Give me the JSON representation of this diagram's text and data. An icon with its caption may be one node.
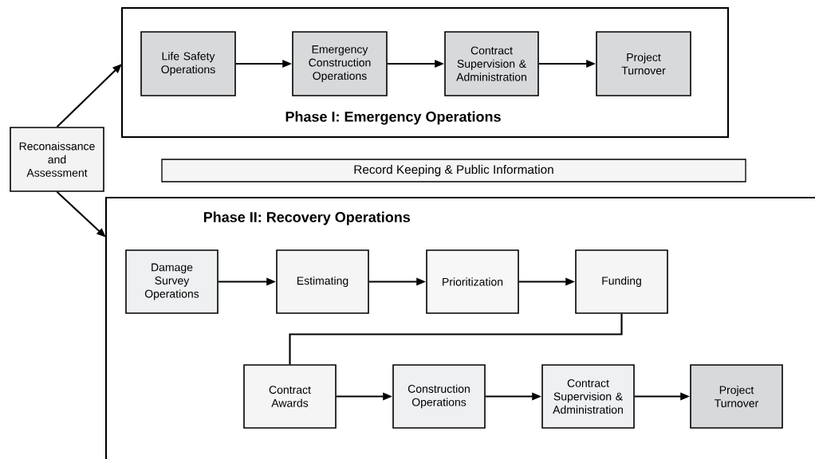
{
  "diagram": {
    "nodes": [
      {
        "text": [
          "Reconaissance and Assessment"
        ]
      },
      {
        "text": [
          "Phase I: Emergency Operations"
        ]
      },
      {
        "text": [
          "Life Safety Operations"
        ],
        "in": 1
      },
      {
        "text": [
          "Emergency Construction Operations"
        ],
        "in": 1
      },
      {
        "text": [
          "Contract Supervision & Administration"
        ],
        "in": 1
      },
      {
        "text": [
          "Project Turnover"
        ],
        "in": 1
      },
      {
        "text": [
          "Record Keeping & Public Information"
        ]
      },
      {
        "text": [
          "Phase II: Recovery Operations"
        ]
      },
      {
        "text": [
          "Damage Survey Operations"
        ],
        "in": 7
      },
      {
        "text": [
          "Estimating"
        ],
        "in": 7
      },
      {
        "text": [
          "Prioritization"
        ],
        "in": 7
      },
      {
        "text": [
          "Funding"
        ],
        "in": 7
      },
      {
        "text": [
          "Contract Awards"
        ],
        "in": 7
      },
      {
        "text": [
          "Construction Operations"
        ],
        "in": 7
      },
      {
        "text": [
          "Contract Supervision & Administration"
        ],
        "in": 7
      },
      {
        "text": [
          "Project Turnover"
        ],
        "in": 7
      }
    ],
    "edges": [
      {
        "from": 0,
        "to": 1,
        "arrow": "to"
      },
      {
        "from": 0,
        "to": 7,
        "arrow": "to"
      },
      {
        "from": 2,
        "to": 3,
        "arrow": "to"
      },
      {
        "from": 3,
        "to": 4,
        "arrow": "to"
      },
      {
        "from": 4,
        "to": 5,
        "arrow": "to"
      },
      {
        "from": 8,
        "to": 9,
        "arrow": "to"
      },
      {
        "from": 9,
        "to": 10,
        "arrow": "to"
      },
      {
        "from": 10,
        "to": 11,
        "arrow": "to"
      },
      {
        "from": 11,
        "to": 12,
        "arrow": "none"
      },
      {
        "from": 12,
        "to": 13,
        "arrow": "to"
      },
      {
        "from": 13,
        "to": 14,
        "arrow": "to"
      },
      {
        "from": 14,
        "to": 15,
        "arrow": "to"
      }
    ]
  }
}
